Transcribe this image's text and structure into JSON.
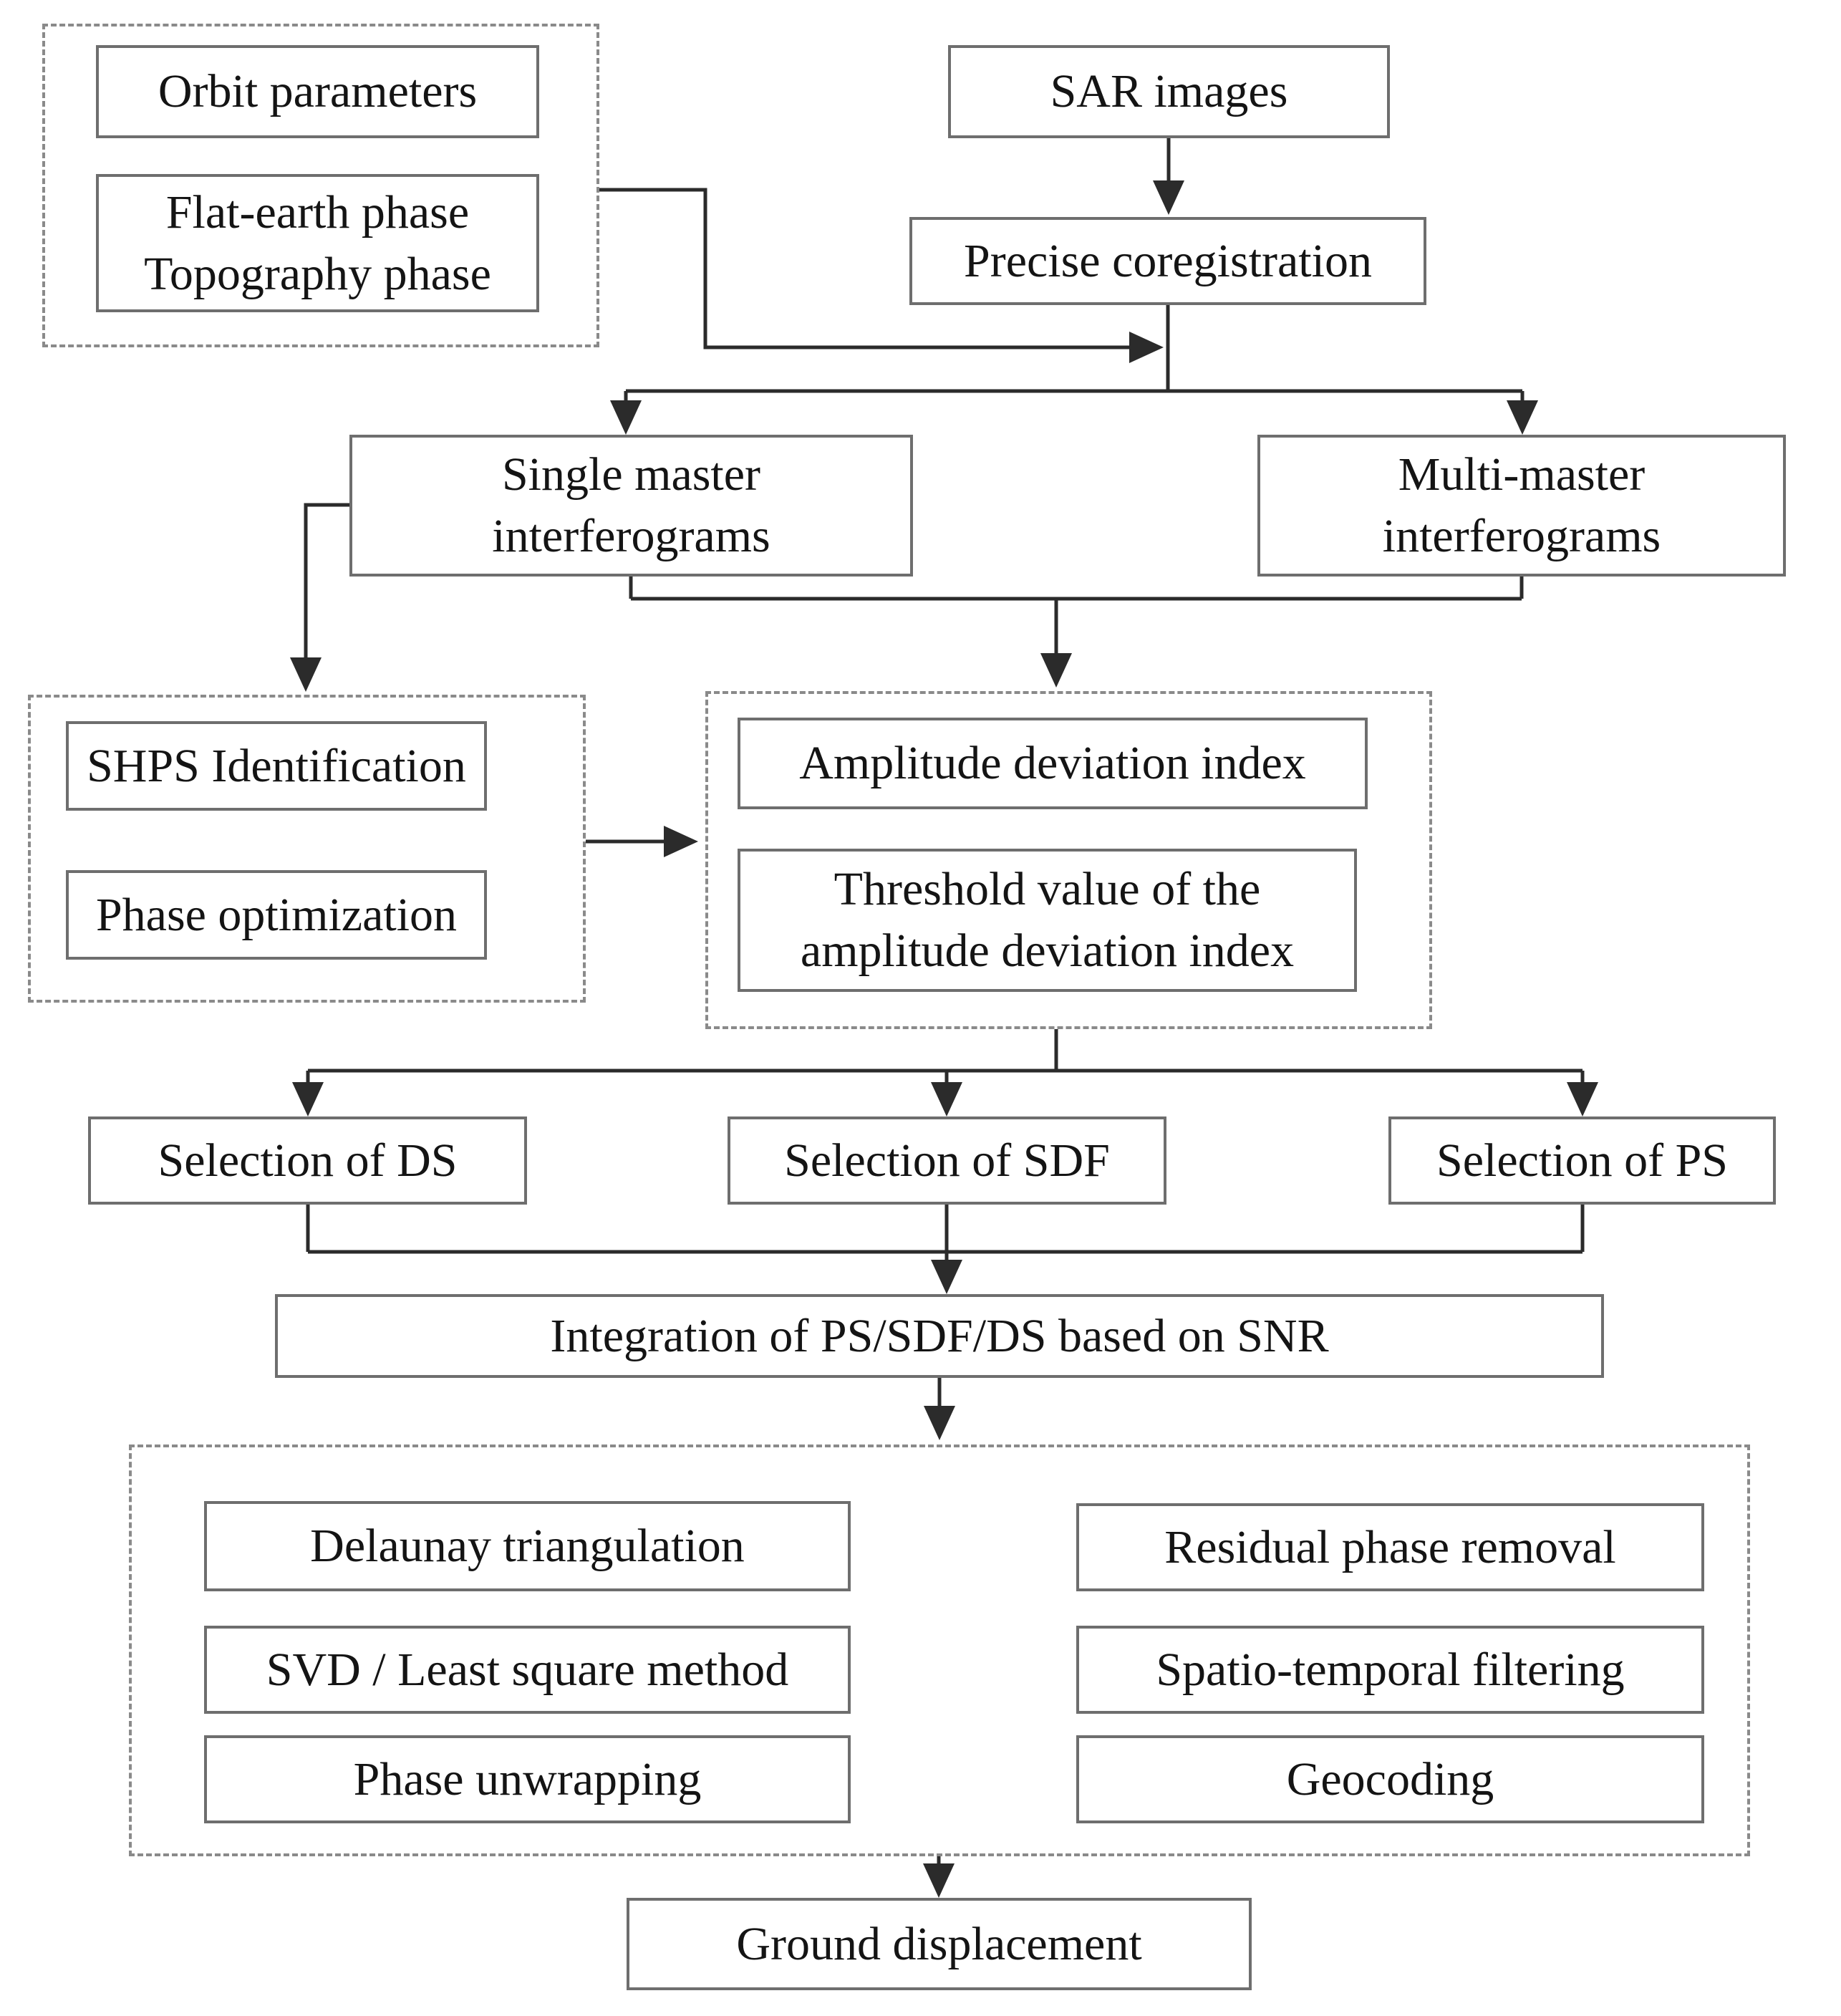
{
  "diagram": {
    "kind": "flowchart",
    "nodes": {
      "orbit": {
        "label": "Orbit parameters"
      },
      "flat_earth": {
        "line1": "Flat-earth phase",
        "line2": "Topography phase"
      },
      "sar": {
        "label": "SAR images"
      },
      "precise": {
        "label": "Precise coregistration"
      },
      "single_master": {
        "line1": "Single master",
        "line2": "interferograms"
      },
      "multi_master": {
        "line1": "Multi-master",
        "line2": "interferograms"
      },
      "shps": {
        "label": "SHPS Identification"
      },
      "phase_opt": {
        "label": "Phase optimization"
      },
      "amp_index": {
        "label": "Amplitude deviation index"
      },
      "threshold": {
        "line1": "Threshold value of the",
        "line2": "amplitude deviation index"
      },
      "sel_ds": {
        "label": "Selection of DS"
      },
      "sel_sdf": {
        "label": "Selection of SDF"
      },
      "sel_ps": {
        "label": "Selection of PS"
      },
      "integration": {
        "label": "Integration of PS/SDF/DS based on SNR"
      },
      "delaunay": {
        "label": "Delaunay triangulation"
      },
      "svd": {
        "label": "SVD / Least square method"
      },
      "phase_unwrap": {
        "label": "Phase unwrapping"
      },
      "residual": {
        "label": "Residual phase removal"
      },
      "spatio": {
        "label": "Spatio-temporal filtering"
      },
      "geocoding": {
        "label": "Geocoding"
      },
      "ground": {
        "label": "Ground displacement"
      }
    },
    "edges": [
      {
        "from": "sar",
        "to": "precise"
      },
      {
        "from": "flat_earth_group",
        "to": "precise_output_junction"
      },
      {
        "from": "precise",
        "to": "single_master"
      },
      {
        "from": "precise",
        "to": "multi_master"
      },
      {
        "from": "single_master",
        "to": "shps_group"
      },
      {
        "from": "single_master",
        "to": "amp_index_group"
      },
      {
        "from": "multi_master",
        "to": "amp_index_group"
      },
      {
        "from": "shps_group",
        "to": "amp_index_group"
      },
      {
        "from": "amp_index_group",
        "to": "sel_ds"
      },
      {
        "from": "amp_index_group",
        "to": "sel_sdf"
      },
      {
        "from": "amp_index_group",
        "to": "sel_ps"
      },
      {
        "from": "sel_ds",
        "to": "integration"
      },
      {
        "from": "sel_sdf",
        "to": "integration"
      },
      {
        "from": "sel_ps",
        "to": "integration"
      },
      {
        "from": "integration",
        "to": "processing_group"
      },
      {
        "from": "processing_group",
        "to": "ground"
      }
    ],
    "colors": {
      "line": "#2b2b2b",
      "box_border": "#6e6e6e",
      "dashed_border": "#8a8a8a",
      "text": "#141414",
      "background": "#ffffff"
    }
  }
}
